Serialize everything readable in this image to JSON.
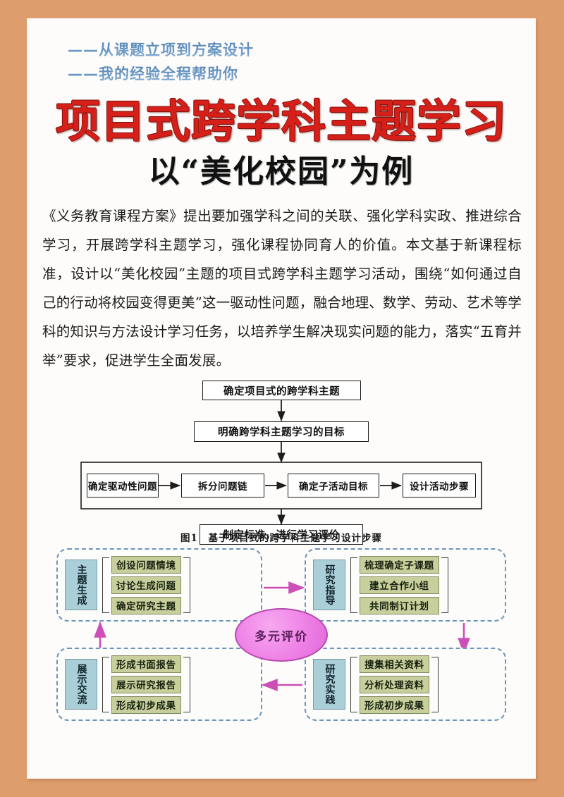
{
  "colors": {
    "frame": "#dd9d6d",
    "sheet": "#fdfcfa",
    "kicker_blue": "#5f8cbb",
    "title_red": "#d61f18",
    "subtitle_black": "#111111",
    "quad_border_blue": "#6d94b8",
    "label_fill_blue": "#aacfd9",
    "item_fill_olive": "#c9cf9c",
    "ellipse_pink": "#ee80e6",
    "arrow_magenta": "#cc4fb8"
  },
  "header": {
    "kickers": [
      "——从课题立项到方案设计",
      "——我的经验全程帮助你"
    ],
    "main_title": "项目式跨学科主题学习",
    "sub_title": "以“美化校园”为例"
  },
  "abstract": {
    "text": "《义务教育课程方案》提出要加强学科之间的关联、强化学科实政、推进综合学习，开展跨学科主题学习，强化课程协同育人的价值。本文基于新课程标准，设计以“美化校园”主题的项目式跨学科主题学习活动，围绕“如何通过自己的行动将校园变得更美”这一驱动性问题，融合地理、数学、劳动、艺术等学科的知识与方法设计学习任务，以培养学生解决现实问题的能力，落实“五育并举”要求，促进学生全面发展。"
  },
  "figure1": {
    "caption": "图1　基于项目式的跨学科主题学习设计步骤",
    "nodes": {
      "step1": "确定项目式的跨学科主题",
      "step2": "明确跨学科主题学习的目标",
      "row": [
        "确定驱动性问题",
        "拆分问题链",
        "确定子活动目标",
        "设计活动步骤"
      ],
      "step_last": "制定标准，进行学习评价"
    }
  },
  "figure2": {
    "center_label": "多元评价",
    "quadrants": [
      {
        "id": "theme-generation",
        "label": "主题生成",
        "items": [
          "创设问题情境",
          "讨论生成问题",
          "确定研究主题"
        ]
      },
      {
        "id": "research-guidance",
        "label": "研究指导",
        "items": [
          "梳理确定子课题",
          "建立合作小组",
          "共同制订计划"
        ]
      },
      {
        "id": "research-practice",
        "label": "研究实践",
        "items": [
          "搜集相关资料",
          "分析处理资料",
          "形成初步成果"
        ]
      },
      {
        "id": "display-exchange",
        "label": "展示交流",
        "items": [
          "形成书面报告",
          "展示研究报告",
          "形成初步成果"
        ]
      }
    ]
  }
}
